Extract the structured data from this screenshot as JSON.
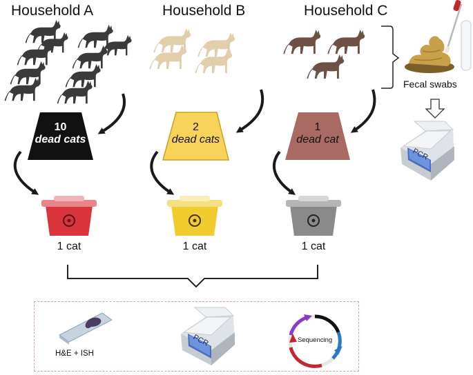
{
  "households": [
    {
      "title": "Household A",
      "count": "10",
      "count_text": "dead cats",
      "box_label": "1 cat",
      "colors": {
        "cats": "#3a3a3a",
        "trapezoid": "#111111",
        "trapezoid_text": "#ffffff",
        "box": "#d9333b"
      }
    },
    {
      "title": "Household B",
      "count": "2",
      "count_text": "dead cats",
      "box_label": "1 cat",
      "colors": {
        "cats": "#e3ceab",
        "trapezoid": "#f8d35a",
        "trapezoid_text": "#111111",
        "box": "#f1cc2e"
      }
    },
    {
      "title": "Household C",
      "count": "1",
      "count_text": "dead cat",
      "box_label": "1 cat",
      "colors": {
        "cats": "#6e5144",
        "trapezoid": "#a86a62",
        "trapezoid_text": "#111111",
        "box": "#8a8a8a"
      }
    }
  ],
  "fecal": {
    "label": "Fecal swabs",
    "pcr_label": "PCR"
  },
  "analysis": {
    "histology_label": "H&E + ISH",
    "pcr_label": "PCR",
    "sequencing_label": "Sequencing"
  },
  "icons": [
    "cat-silhouette-icon",
    "stool-icon",
    "swab-tube-icon",
    "down-arrow-icon",
    "pcr-machine-icon",
    "biohazard-box-icon",
    "microscope-slide-icon",
    "plasmid-icon"
  ]
}
